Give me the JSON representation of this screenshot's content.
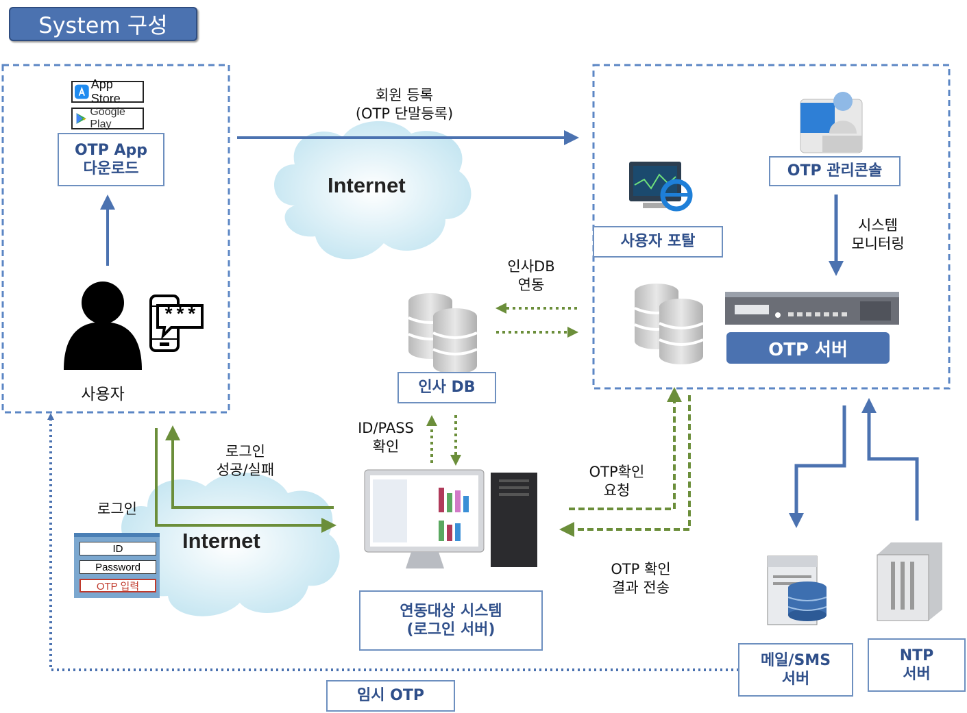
{
  "title": "System 구성",
  "internet_label": "Internet",
  "app_store": {
    "apple": "App Store",
    "google": "Google Play"
  },
  "boxes": {
    "otp_app_download": "OTP App\n다운로드",
    "user_portal": "사용자 포탈",
    "otp_console": "OTP 관리콘솔",
    "otp_server": "OTP 서버",
    "hr_db": "인사 DB",
    "linked_system": "연동대상 시스템\n(로그인 서버)",
    "mail_sms_server": "메일/SMS\n서버",
    "ntp_server": "NTP\n서버",
    "temp_otp": "임시 OTP"
  },
  "labels": {
    "user": "사용자",
    "member_register": "회원 등록\n(OTP 단말등록)",
    "hr_db_link": "인사DB\n연동",
    "system_monitoring": "시스템\n모니터링",
    "id_pass_check": "ID/PASS\n확인",
    "login_result": "로그인\n성공/실패",
    "login": "로그인",
    "otp_check_request": "OTP확인\n요청",
    "otp_check_result": "OTP 확인\n결과 전송"
  },
  "login_form": {
    "id": "ID",
    "password": "Password",
    "otp": "OTP 입력"
  },
  "phone_code": "***",
  "colors": {
    "blue": "#4b72b0",
    "green": "#6b8e3a",
    "box_border": "#6d8fbf"
  }
}
